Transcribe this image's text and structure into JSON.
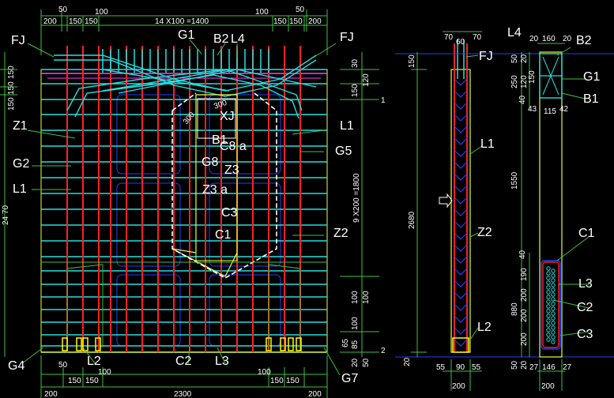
{
  "colors": {
    "background": "#000000",
    "rebar_red": "#ff2020",
    "rebar_cyan": "#22e0e0",
    "rebar_blue": "#2040ff",
    "rebar_magenta": "#ff40ff",
    "outline_yellow": "#e0ff40",
    "leader_green": "#40c040",
    "dim_white": "#ffffff",
    "marker_yellow": "#ffff00"
  },
  "labels": {
    "FJ": "FJ",
    "G1": "G1",
    "B2": "B2",
    "L4": "L4",
    "Z1": "Z1",
    "L1": "L1",
    "G5": "G5",
    "G2": "G2",
    "Z2": "Z2",
    "G4": "G4",
    "L2": "L2",
    "C2": "C2",
    "L3": "L3",
    "G7": "G7",
    "XJ": "XJ",
    "B1": "B1",
    "C8a": "C8 a",
    "G8": "G8",
    "Z3": "Z3",
    "Z3a": "Z3 a",
    "C3": "C3",
    "C1": "C1"
  },
  "dimensions": {
    "top_50_left": "50",
    "top_200_left": "200",
    "top_150a": "150",
    "top_150b": "150",
    "top_100_left": "100",
    "top_span": "14 X100 =1400",
    "top_100_right": "100",
    "top_150c": "150",
    "top_150d": "150",
    "top_200_right": "200",
    "top_50_right": "50",
    "left_150a": "150",
    "left_150b": "150",
    "left_150c": "150",
    "left_2470": "24 70",
    "right_30": "30",
    "right_150": "150",
    "right_120": "120",
    "right_1": "1",
    "right_span": "9 X200 =1800",
    "right_100a": "100",
    "right_100b": "100",
    "right_100c": "100",
    "right_65": "65",
    "right_85": "85",
    "right_2": "2",
    "right_20": "20",
    "right_50": "50",
    "diag_300a": "300",
    "diag_300b": "300",
    "bot_50": "50",
    "bot_150a": "150",
    "bot_150b": "150",
    "bot_100a": "100",
    "bot_100b": "100",
    "bot_150c": "150",
    "bot_150d": "150",
    "bot_200": "200",
    "bot_2300": "2300",
    "bot_200_right": "200",
    "side_70a": "70",
    "side_60": "60",
    "side_70b": "70",
    "side_150": "150",
    "side_2680": "2680",
    "side_20": "20",
    "side_55a": "55",
    "side_90": "90",
    "side_55b": "55",
    "side_200": "200",
    "sec_20a": "20",
    "sec_160": "160",
    "sec_20b": "20",
    "sec_50a": "50",
    "sec_20c": "20",
    "sec_250": "250",
    "sec_120": "120",
    "sec_150": "150",
    "sec_40a": "40",
    "sec_43": "43",
    "sec_115": "115",
    "sec_42": "42",
    "sec_1550": "1550",
    "sec_40b": "40",
    "sec_190": "190",
    "sec_200a": "200",
    "sec_200b": "200",
    "sec_880": "880",
    "sec_200c": "200",
    "sec_50b": "50",
    "sec_20d": "20",
    "sec_27a": "27",
    "sec_146": "146",
    "sec_27b": "27",
    "sec_200d": "200"
  }
}
